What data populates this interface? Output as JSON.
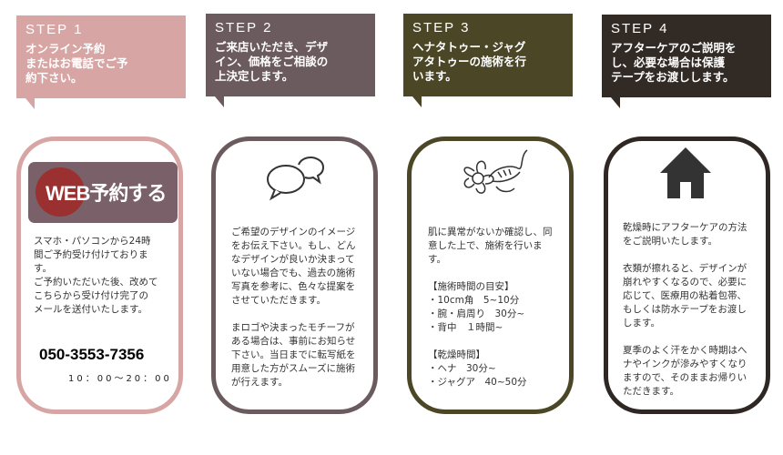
{
  "colors": {
    "step1": "#d8a5a5",
    "step2": "#6b5b5e",
    "step3": "#4a4626",
    "step4": "#322a25",
    "web_button": "#7a6068",
    "web_circle": "#9b3030"
  },
  "steps": [
    {
      "label": "STEP 1",
      "title": [
        "オンライン予約",
        "またはお電話でご予",
        "約下さい。"
      ]
    },
    {
      "label": "STEP 2",
      "title": [
        "ご来店いただき、デザ",
        "イン、価格をご相談の",
        "上決定します。"
      ]
    },
    {
      "label": "STEP 3",
      "title": [
        "ヘナタトゥー・ジャグ",
        "アタトゥーの施術を行",
        "います。"
      ]
    },
    {
      "label": "STEP 4",
      "title": [
        "アフターケアのご説明を",
        "し、必要な場合は保護",
        "テープをお渡しします。"
      ]
    }
  ],
  "card1": {
    "button_label": "WEB予約する",
    "lines": [
      "スマホ・パソコンから24時",
      "間ご予約受け付けておりま",
      "す。",
      "ご予約いただいた後、改めて",
      "こちらから受け付け完了の",
      "メールを送付いたします。"
    ],
    "phone": "050-3553-7356",
    "hours": "10：00〜20：00"
  },
  "card2": {
    "icon": "speech-bubbles-icon",
    "lines": [
      "ご希望のデザインのイメージ",
      "をお伝え下さい。もし、どん",
      "なデザインが良いか決まって",
      "いない場合でも、過去の施術",
      "写真を参考に、色々な提案を",
      "させていただきます。",
      "",
      "まロゴや決まったモチーフが",
      "ある場合は、事前にお知らせ",
      "下さい。当日までに転写紙を",
      "用意した方がスムーズに施術",
      "が行えます。"
    ]
  },
  "card3": {
    "icon": "henna-flower-icon",
    "lines": [
      "肌に異常がないか確認し、同",
      "意した上で、施術を行いま",
      "す。",
      "",
      " 【施術時間の目安】",
      "・10cm角　5~10分",
      "・腕・肩周り　30分~",
      "・背中　１時間~",
      "",
      " 【乾燥時間】",
      "・ヘナ　30分~",
      "・ジャグア　40~50分"
    ]
  },
  "card4": {
    "icon": "house-icon",
    "lines": [
      "乾燥時にアフターケアの方法",
      "をご説明いたします。",
      "",
      "衣類が擦れると、デザインが",
      "崩れやすくなるので、必要に",
      "応じて、医療用の粘着包帯、",
      "もしくは防水テープをお渡し",
      "します。",
      "",
      "夏季のよく汗をかく時期はへ",
      "ナやインクが滲みやすくなり",
      "ますので、そのままお帰りい",
      "ただきます。"
    ]
  }
}
